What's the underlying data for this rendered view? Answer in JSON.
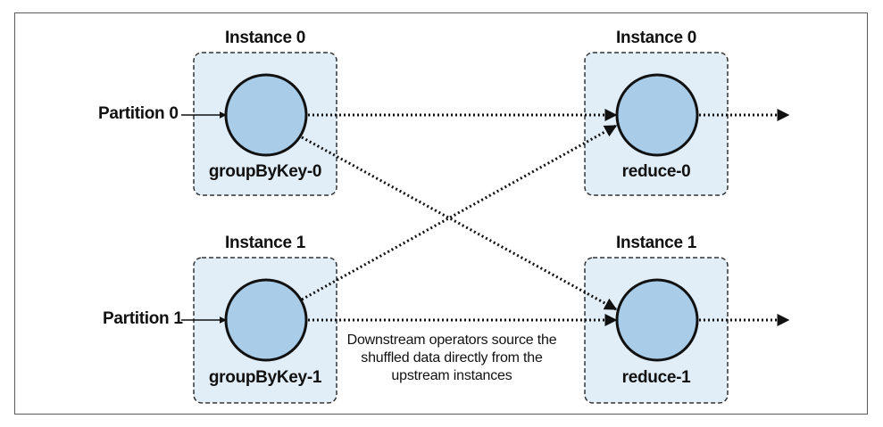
{
  "colors": {
    "box_fill": "#e1edf7",
    "box_stroke": "#333333",
    "node_fill": "#a9cde9",
    "node_stroke": "#111111",
    "edge": "#111111"
  },
  "upstream": [
    {
      "instance_label": "Instance 0",
      "node_label": "groupByKey-0",
      "input_label": "Partition 0"
    },
    {
      "instance_label": "Instance 1",
      "node_label": "groupByKey-1",
      "input_label": "Partition 1"
    }
  ],
  "downstream": [
    {
      "instance_label": "Instance 0",
      "node_label": "reduce-0"
    },
    {
      "instance_label": "Instance 1",
      "node_label": "reduce-1"
    }
  ],
  "annotation": {
    "line1": "Downstream operators source the",
    "line2": "shuffled data directly from the",
    "line3": "upstream instances"
  }
}
